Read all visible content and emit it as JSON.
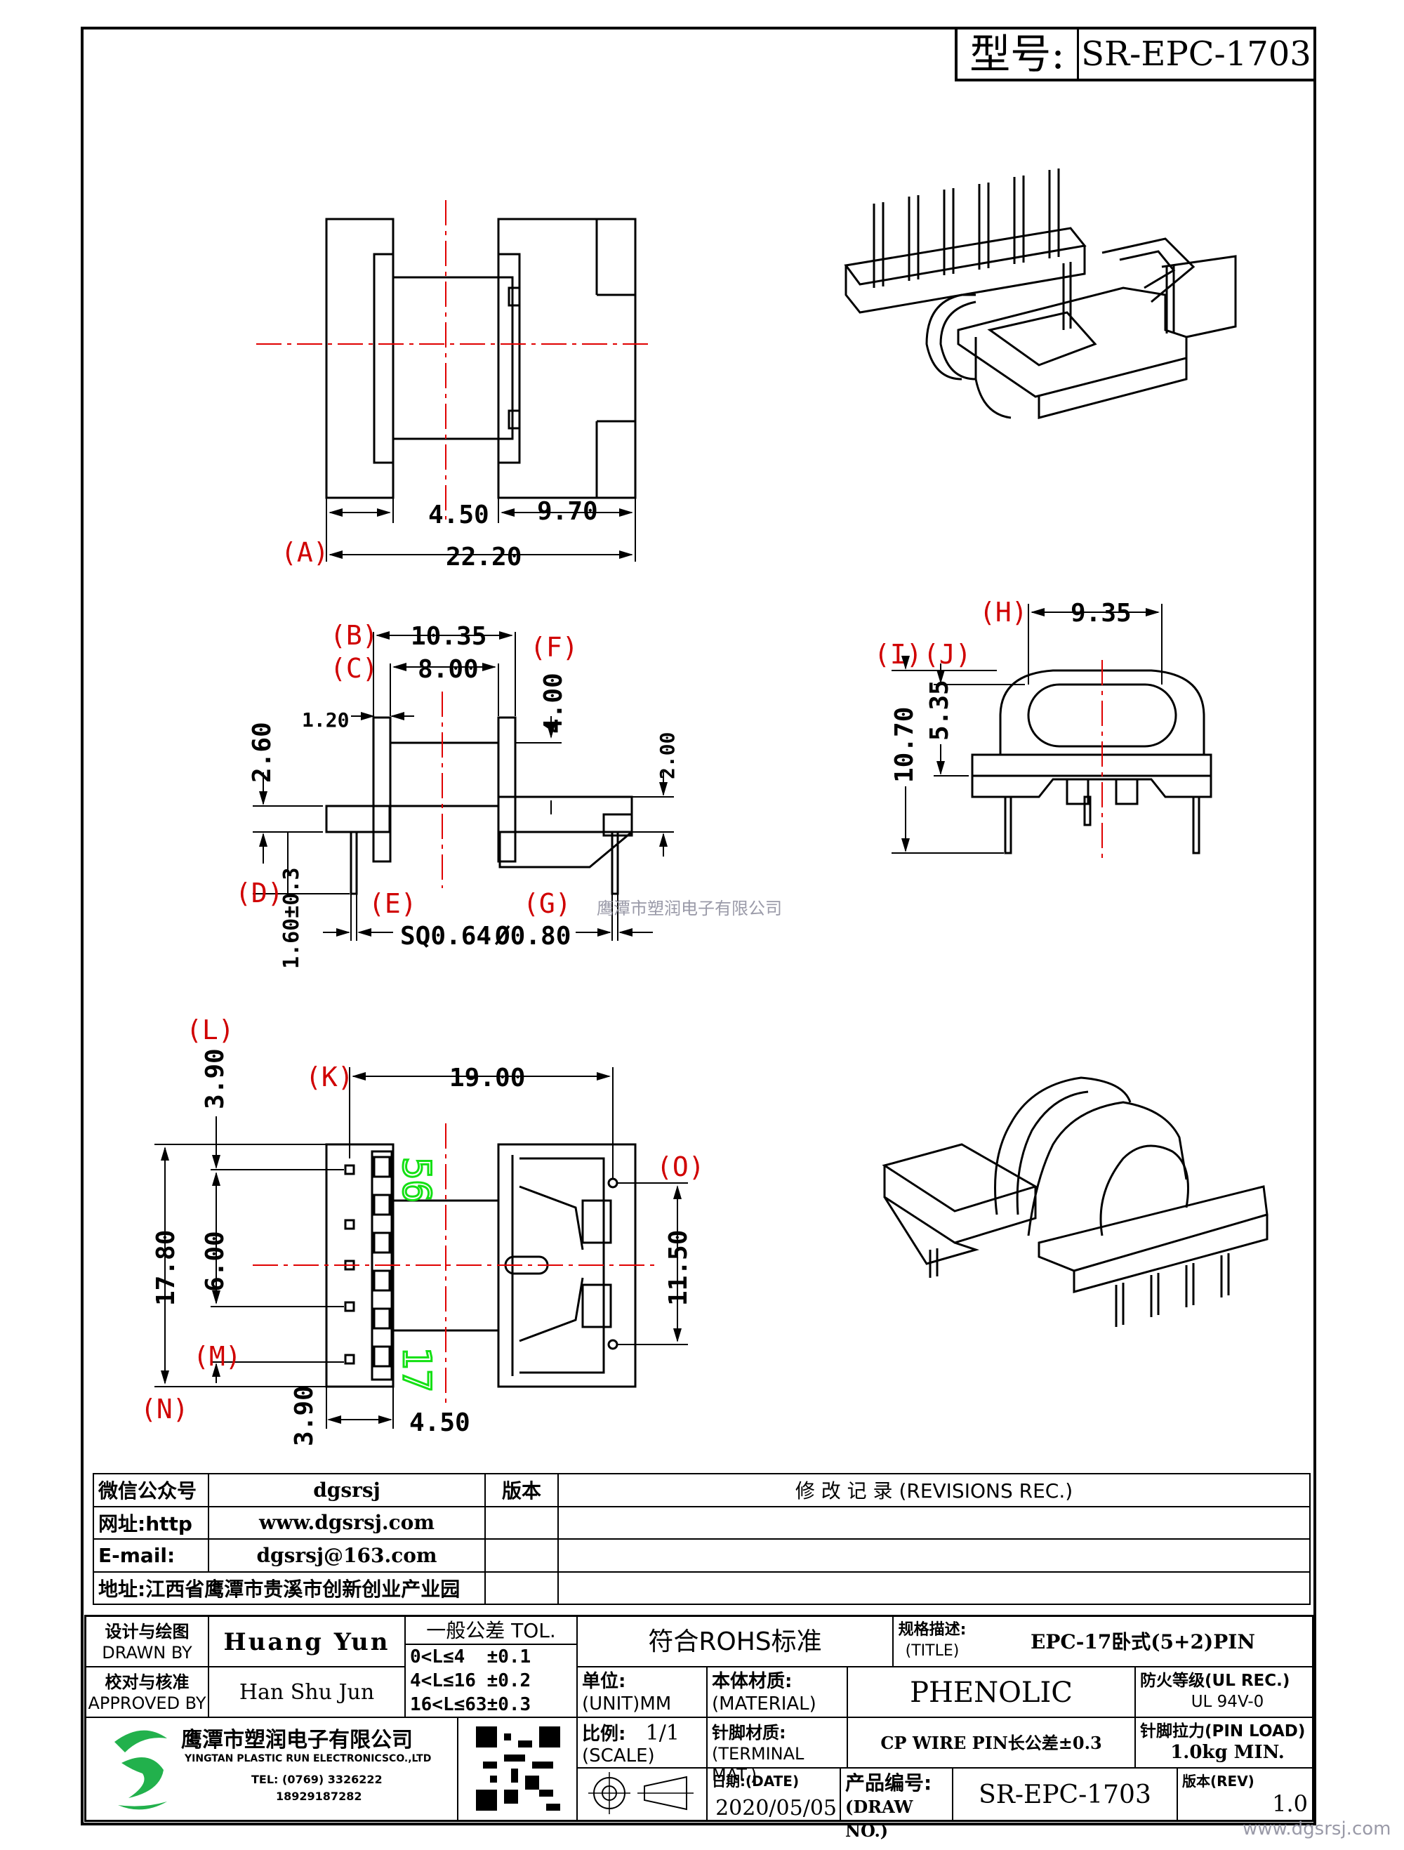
{
  "header": {
    "model_label": "型号:",
    "model_value": "SR-EPC-1703"
  },
  "dimensions": {
    "top_view": {
      "d1": "4.50",
      "d2": "9.70",
      "d3": "22.20"
    },
    "side_view": {
      "d_10_35": "10.35",
      "d_8_00": "8.00",
      "d_1_20": "1.20",
      "d_2_60": "2.60",
      "d_4_00": "4.00",
      "d_2_00": "2.00",
      "d_1_60": "1.60±0.3",
      "sq": "SQ0.64",
      "dia": "Ø0.80"
    },
    "end_view": {
      "d_9_35": "9.35",
      "d_10_70": "10.70",
      "d_5_35": "5.35"
    },
    "bottom_view": {
      "d_19_00": "19.00",
      "d_3_90a": "3.90",
      "d_17_80": "17.80",
      "d_6_00": "6.00",
      "d_3_90b": "3.90",
      "d_4_50": "4.50",
      "d_11_50": "11.50"
    }
  },
  "refs": {
    "A": "(A)",
    "B": "(B)",
    "C": "(C)",
    "D": "(D)",
    "E": "(E)",
    "F": "(F)",
    "G": "(G)",
    "H": "(H)",
    "I": "(I)",
    "J": "(J)",
    "K": "(K)",
    "L": "(L)",
    "M": "(M)",
    "N": "(N)",
    "O": "(O)"
  },
  "pin_numbers": {
    "top": "56",
    "bottom": "17"
  },
  "watermark": "鹰潭市塑润电子有限公司",
  "info": {
    "wechat_label": "微信公众号",
    "wechat_value": "dgsrsj",
    "web_label": "网址:http",
    "web_value": "www.dgsrsj.com",
    "email_label": "E-mail:",
    "email_value": "dgsrsj@163.com",
    "address": "地址:江西省鹰潭市贵溪市创新创业产业园",
    "version_label": "版本",
    "revisions_label": "修 改 记 录  (REVISIONS REC.)"
  },
  "title_block": {
    "design_cn": "设计与绘图",
    "design_en": "DRAWN BY",
    "design_value": "Huang Yun",
    "check_cn": "校对与核准",
    "check_en": "APPROVED BY",
    "check_value": "Han Shu Jun",
    "tol_label": "一般公差 TOL.",
    "tol_rows": [
      {
        "range": "0<L≤4",
        "value": "±0.1"
      },
      {
        "range": "4<L≤16",
        "value": "±0.2"
      },
      {
        "range": "16<L≤63",
        "value": "±0.3"
      }
    ],
    "rohs": "符合ROHS标准",
    "title_cn": "规格描述:",
    "title_en": "(TITLE)",
    "title_value": "EPC-17卧式(5+2)PIN",
    "unit_cn": "单位:",
    "unit_en": "(UNIT)MM",
    "material_cn": "本体材质:",
    "material_en": "(MATERIAL)",
    "material_value": "PHENOLIC",
    "fire_cn": "防火等级(UL REC.)",
    "fire_value": "UL 94V-0",
    "scale_cn": "比例:",
    "scale_value": "1/1",
    "scale_en": "(SCALE)",
    "terminal_cn": "针脚材质:",
    "terminal_en": "(TERMINAL MAT.)",
    "terminal_value": "CP WIRE  PIN长公差±0.3",
    "pinload_cn": "针脚拉力(PIN LOAD)",
    "pinload_value": "1.0kg MIN.",
    "date_label": "日期:(DATE)",
    "date_value": "2020/05/05",
    "drawno_cn": "产品编号:",
    "drawno_en": "(DRAW NO.)",
    "drawno_value": "SR-EPC-1703",
    "rev_label": "版本(REV)",
    "rev_value": "1.0",
    "company_cn": "鹰潭市塑润电子有限公司",
    "company_en": "YINGTAN PLASTIC RUN ELECTRONICSCO.,LTD",
    "tel": "TEL: (0769) 3326222",
    "phone": "18929187282",
    "site_corner": "www.dgsrsj.com"
  },
  "colors": {
    "line": "#000000",
    "centerline": "#e00000",
    "ref": "#d00000",
    "pin_num": "#14e014"
  }
}
